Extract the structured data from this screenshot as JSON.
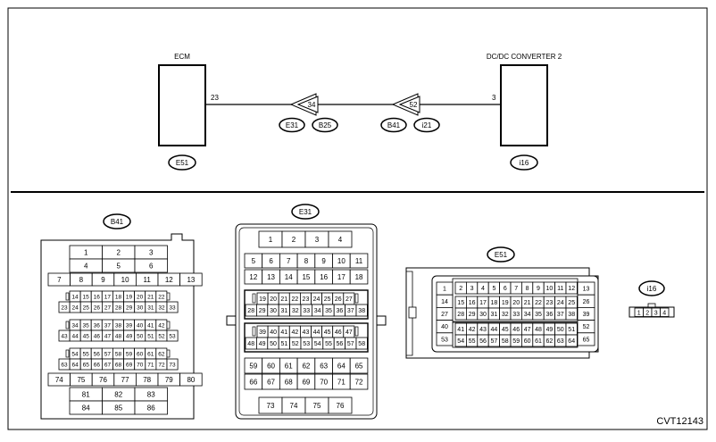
{
  "diagram": {
    "code": "CVT12143",
    "ecm": {
      "name": "ECM",
      "pin": "23",
      "label": "E51"
    },
    "converter": {
      "name": "DC/DC CONVERTER 2",
      "pin": "3",
      "label": "i16"
    },
    "joint1": {
      "pin": "34",
      "badges": [
        "E31",
        "B25"
      ]
    },
    "joint2": {
      "pin": "52",
      "badges": [
        "B41",
        "i21"
      ]
    }
  },
  "connectors": {
    "b41": {
      "label": "B41",
      "rows": [
        [
          "1",
          "2",
          "3"
        ],
        [
          "4",
          "5",
          "6"
        ],
        [
          "7",
          "8",
          "9",
          "10",
          "11",
          "12",
          "13"
        ],
        [
          "14",
          "15",
          "16",
          "17",
          "18",
          "19",
          "20",
          "21",
          "22"
        ],
        [
          "23",
          "24",
          "25",
          "26",
          "27",
          "28",
          "29",
          "30",
          "31",
          "32",
          "33"
        ],
        [
          "34",
          "35",
          "36",
          "37",
          "38",
          "39",
          "40",
          "41",
          "42"
        ],
        [
          "43",
          "44",
          "45",
          "46",
          "47",
          "48",
          "49",
          "50",
          "51",
          "52",
          "53"
        ],
        [
          "54",
          "55",
          "56",
          "57",
          "58",
          "59",
          "60",
          "61",
          "62"
        ],
        [
          "63",
          "64",
          "65",
          "66",
          "67",
          "68",
          "69",
          "70",
          "71",
          "72",
          "73"
        ],
        [
          "74",
          "75",
          "76",
          "77",
          "78",
          "79",
          "80"
        ],
        [
          "81",
          "82",
          "83"
        ],
        [
          "84",
          "85",
          "86"
        ]
      ]
    },
    "e31": {
      "label": "E31",
      "rows": [
        [
          "1",
          "2",
          "3",
          "4"
        ],
        [
          "5",
          "6",
          "7",
          "8",
          "9",
          "10",
          "11"
        ],
        [
          "12",
          "13",
          "14",
          "15",
          "16",
          "17",
          "18"
        ],
        [
          "19",
          "20",
          "21",
          "22",
          "23",
          "24",
          "25",
          "26",
          "27"
        ],
        [
          "28",
          "29",
          "30",
          "31",
          "32",
          "33",
          "34",
          "35",
          "36",
          "37",
          "38"
        ],
        [
          "39",
          "40",
          "41",
          "42",
          "43",
          "44",
          "45",
          "46",
          "47"
        ],
        [
          "48",
          "49",
          "50",
          "51",
          "52",
          "53",
          "54",
          "55",
          "56",
          "57",
          "58"
        ],
        [
          "59",
          "60",
          "61",
          "62",
          "63",
          "64",
          "65"
        ],
        [
          "66",
          "67",
          "68",
          "69",
          "70",
          "71",
          "72"
        ],
        [
          "73",
          "74",
          "75",
          "76"
        ]
      ]
    },
    "e51": {
      "label": "E51",
      "left_col": [
        "1",
        "14",
        "27",
        "40",
        "53"
      ],
      "right_col": [
        "13",
        "26",
        "39",
        "52",
        "65"
      ],
      "rows": [
        [
          "2",
          "3",
          "4",
          "5",
          "6",
          "7",
          "8",
          "9",
          "10",
          "11",
          "12"
        ],
        [
          "15",
          "16",
          "17",
          "18",
          "19",
          "20",
          "21",
          "22",
          "23",
          "24",
          "25"
        ],
        [
          "28",
          "29",
          "30",
          "31",
          "32",
          "33",
          "34",
          "35",
          "36",
          "37",
          "38"
        ],
        [
          "41",
          "42",
          "43",
          "44",
          "45",
          "46",
          "47",
          "48",
          "49",
          "50",
          "51"
        ],
        [
          "54",
          "55",
          "56",
          "57",
          "58",
          "59",
          "60",
          "61",
          "62",
          "63",
          "64"
        ]
      ]
    },
    "i16": {
      "label": "i16",
      "pins": [
        "1",
        "2",
        "3",
        "4"
      ]
    }
  }
}
